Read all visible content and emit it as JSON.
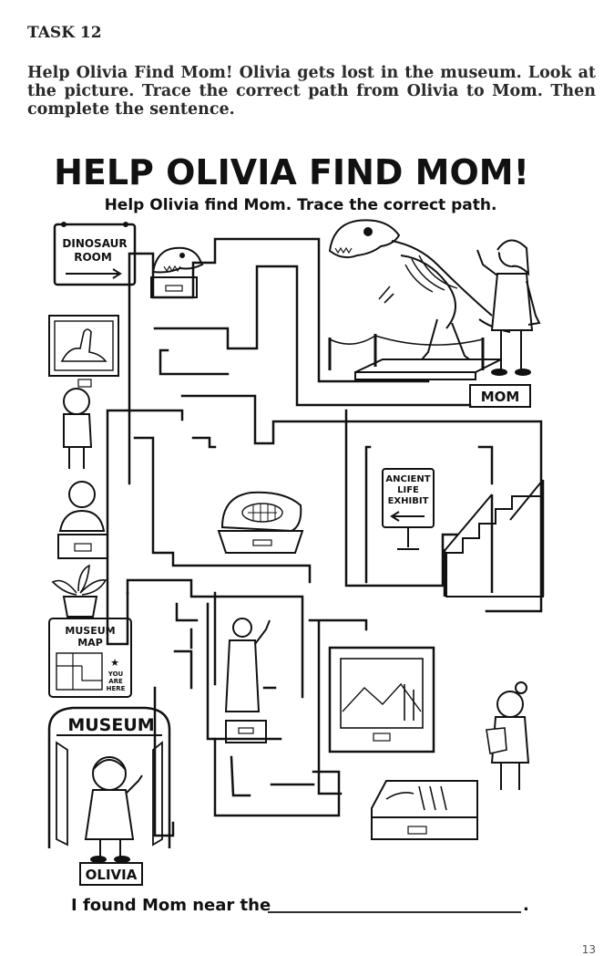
{
  "task": {
    "label": "TASK 12"
  },
  "instructions": "Help Olivia Find Mom! Olivia gets lost in the museum. Look at the picture. Trace the correct path from Olivia to Mom. Then complete the sentence.",
  "worksheet": {
    "title": "HELP OLIVIA FIND MOM!",
    "subtitle": "Help Olivia find Mom. Trace the correct path.",
    "signs": {
      "dinosaur_room_line1": "DINOSAUR",
      "dinosaur_room_line2": "ROOM",
      "ancient_line1": "ANCIENT",
      "ancient_line2": "LIFE",
      "ancient_line3": "EXHIBIT",
      "map_line1": "MUSEUM",
      "map_line2": "MAP",
      "you_line1": "YOU",
      "you_line2": "ARE",
      "you_line3": "HERE",
      "museum_arch": "MUSEUM"
    },
    "labels": {
      "mom": "MOM",
      "olivia": "OLIVIA"
    },
    "sentence_prompt": "I found Mom near the",
    "sentence_end": "."
  },
  "page_number": "13"
}
